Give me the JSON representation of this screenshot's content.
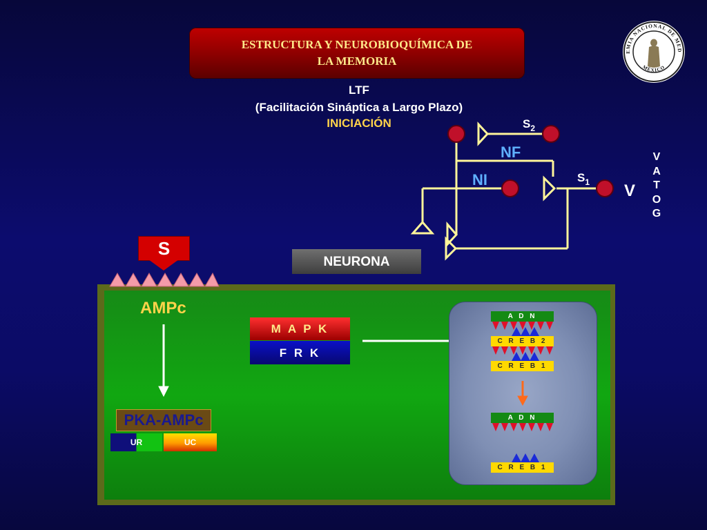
{
  "title": {
    "line1": "ESTRUCTURA Y NEUROBIOQUÍMICA DE",
    "line2": "LA MEMORIA"
  },
  "subtitle": {
    "line1": "LTF",
    "line2": "(Facilitación Sináptica a Largo Plazo)",
    "line3": "INICIACIÓN"
  },
  "seal": {
    "text_top": "ACADEMIA NACIONAL DE MEDICINA",
    "text_bottom": "MÉXICO"
  },
  "circuit": {
    "s2_base": "S",
    "s2_sub": "2",
    "s1_base": "S",
    "s1_sub": "1",
    "nf": "NF",
    "ni": "NI",
    "v": "V"
  },
  "vatog": [
    "V",
    "A",
    "T",
    "O",
    "G"
  ],
  "stimulus": {
    "label": "S"
  },
  "neurona": {
    "label": "NEURONA"
  },
  "cell": {
    "ampc": "AMPc",
    "pka": "PKA-AMPc",
    "ur": "UR",
    "uc": "UC",
    "mapk": "M A P K",
    "frk": "F R K"
  },
  "nucleus": {
    "adn_top": "A D N",
    "creb2": "C R E B 2",
    "creb1_top": "C R E B 1",
    "adn_bottom": "A D N",
    "creb1_bottom": "C R E B 1"
  },
  "colors": {
    "title_text": "#ffe98a",
    "cell_green": "#11a711",
    "stimulus_red": "#d40000",
    "circuit_line": "#fff59a",
    "node_red": "#c0102a",
    "arrow_orange": "#ff6a1a"
  }
}
